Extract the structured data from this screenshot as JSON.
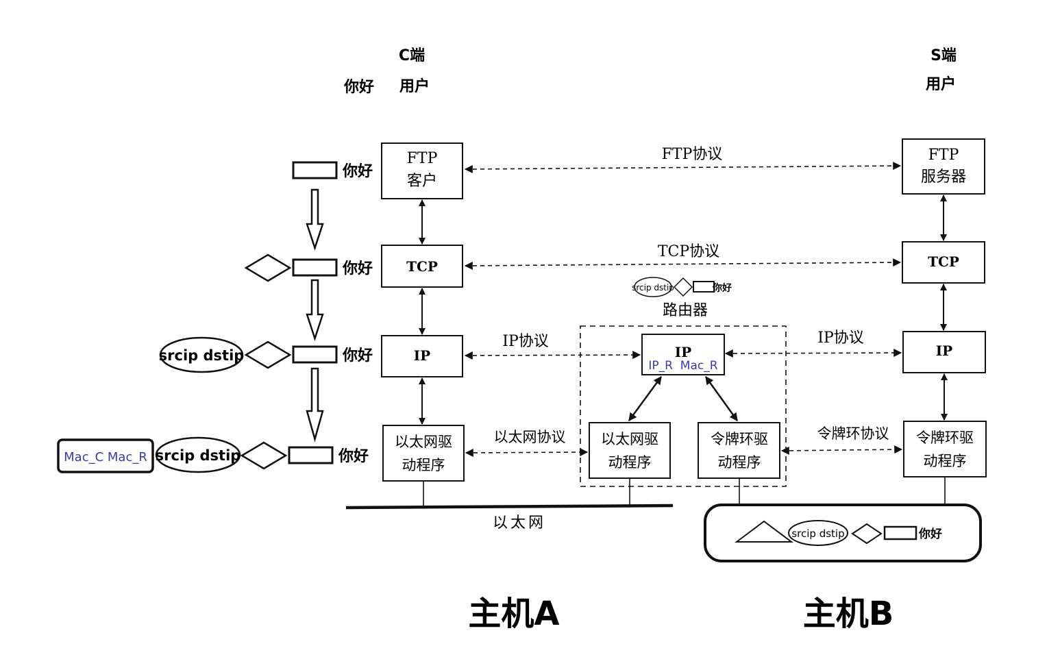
{
  "labels": {
    "c_side": "C端",
    "c_user": "用户",
    "hello_top": "你好",
    "s_side": "S端",
    "s_user": "用户",
    "host_a": "主机A",
    "host_b": "主机B",
    "router": "路由器",
    "ethernet": "以太网"
  },
  "host_a": {
    "ftp_line1": "FTP",
    "ftp_line2": "客户",
    "tcp": "TCP",
    "ip": "IP",
    "eth_line1": "以太网驱",
    "eth_line2": "动程序"
  },
  "host_b": {
    "ftp_line1": "FTP",
    "ftp_line2": "服务器",
    "tcp": "TCP",
    "ip": "IP",
    "tr_line1": "令牌环驱",
    "tr_line2": "动程序"
  },
  "router_box": {
    "ip": "IP",
    "ip_sub": "IP_R  Mac_R",
    "eth_line1": "以太网驱",
    "eth_line2": "动程序",
    "tr_line1": "令牌环驱",
    "tr_line2": "动程序"
  },
  "protocols": {
    "ftp": "FTP协议",
    "tcp": "TCP协议",
    "ip_left": "IP协议",
    "ip_right": "IP协议",
    "eth": "以太网协议",
    "token_ring": "令牌环协议"
  },
  "encapsulation": {
    "payload": "你好",
    "ip_header": "srcip dstip",
    "mac_header": "Mac_C Mac_R"
  },
  "router_packet": {
    "ip_header": "srcip dstip",
    "payload": "你好"
  },
  "token_ring_packet": {
    "ip_header": "srcip dstip",
    "payload": "你好"
  },
  "colors": {
    "line": "#111111",
    "mac_text": "#3a3aa8"
  }
}
